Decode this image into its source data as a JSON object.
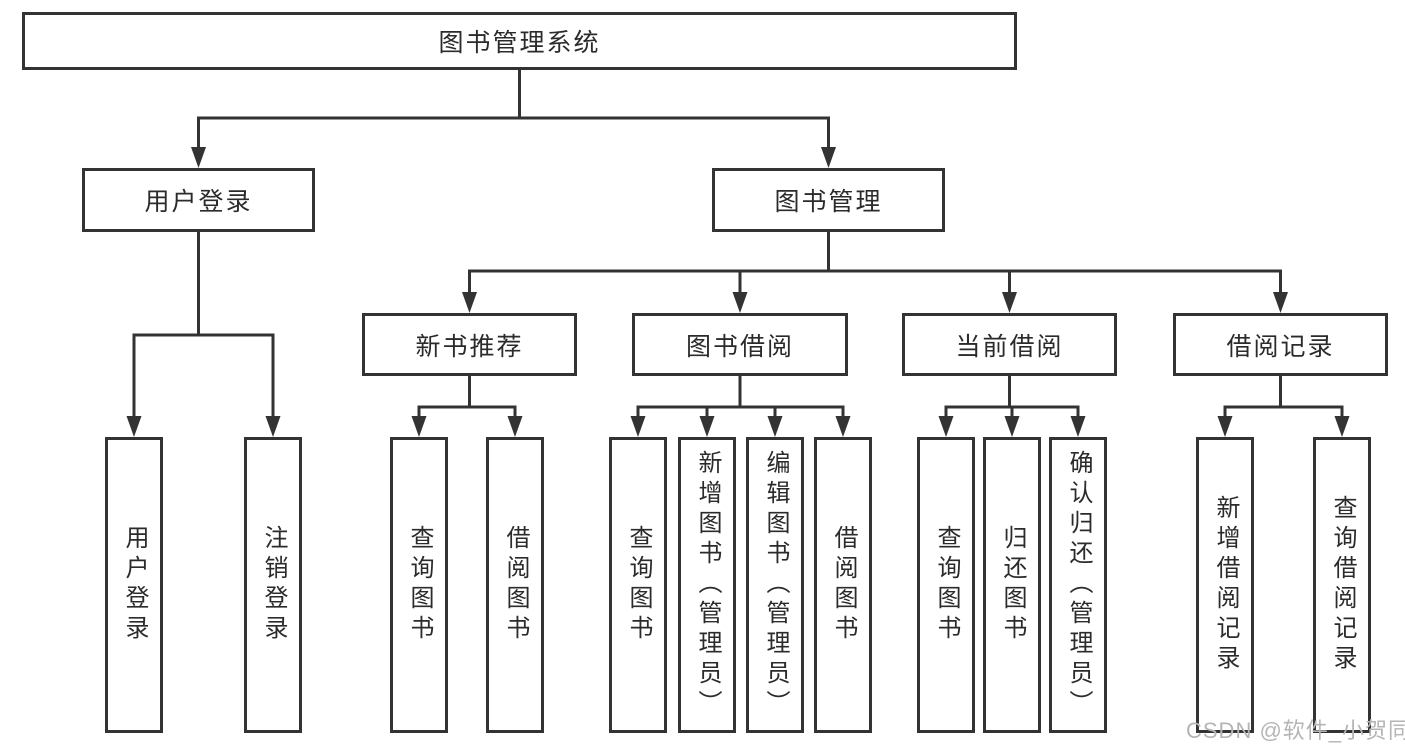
{
  "diagram": {
    "root": {
      "id": "root",
      "label": "图书管理系统",
      "children": [
        {
          "id": "login",
          "label": "用户登录",
          "children": [
            {
              "id": "login-user",
              "label": "用户登录"
            },
            {
              "id": "login-logout",
              "label": "注销登录"
            }
          ]
        },
        {
          "id": "mgmt",
          "label": "图书管理",
          "children": [
            {
              "id": "newbook",
              "label": "新书推荐",
              "children": [
                {
                  "id": "newbook-query",
                  "label": "查询图书"
                },
                {
                  "id": "newbook-borrow",
                  "label": "借阅图书"
                }
              ]
            },
            {
              "id": "borrow",
              "label": "图书借阅",
              "children": [
                {
                  "id": "borrow-query",
                  "label": "查询图书"
                },
                {
                  "id": "borrow-add",
                  "label": "新增图书（管理员）"
                },
                {
                  "id": "borrow-edit",
                  "label": "编辑图书（管理员）"
                },
                {
                  "id": "borrow-borrow",
                  "label": "借阅图书"
                }
              ]
            },
            {
              "id": "current",
              "label": "当前借阅",
              "children": [
                {
                  "id": "current-query",
                  "label": "查询图书"
                },
                {
                  "id": "current-return",
                  "label": "归还图书"
                },
                {
                  "id": "current-confirm",
                  "label": "确认归还（管理员）"
                }
              ]
            },
            {
              "id": "record",
              "label": "借阅记录",
              "children": [
                {
                  "id": "record-add",
                  "label": "新增借阅记录"
                },
                {
                  "id": "record-query",
                  "label": "查询借阅记录"
                }
              ]
            }
          ]
        }
      ]
    }
  },
  "watermark": {
    "text": "CSDN @软件_小贺同学"
  },
  "colors": {
    "line": "#333333",
    "box_border": "#333333",
    "text": "#2b2b2b",
    "watermark": "#b5b5b5",
    "background": "#ffffff"
  }
}
